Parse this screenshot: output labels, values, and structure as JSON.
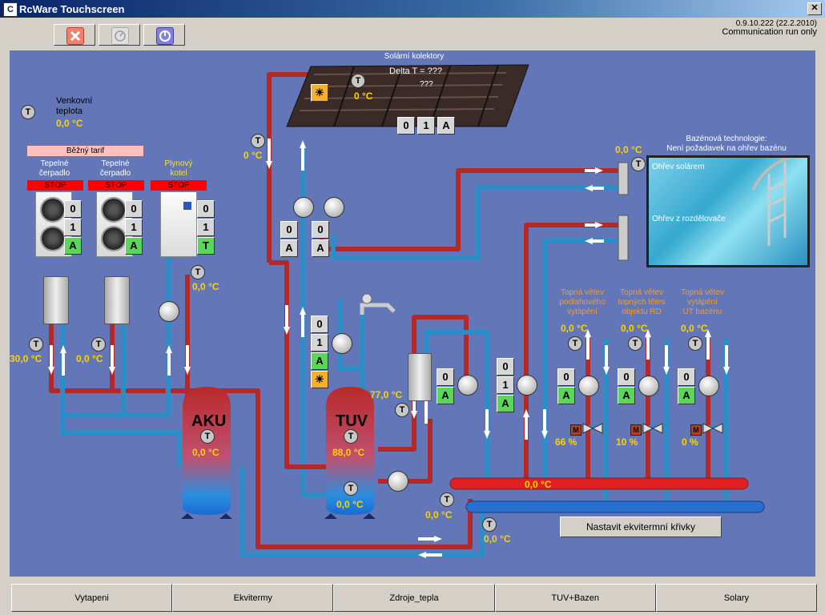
{
  "window": {
    "title": "RcWare Touchscreen",
    "close_label": "✕",
    "app_icon": "C"
  },
  "toolbar": {
    "buttons": [
      "stop-icon",
      "pause-icon",
      "power-icon"
    ]
  },
  "version": {
    "line1": "0.9.10.222 (22.2.2010)",
    "line2": "Communication run only"
  },
  "outside": {
    "label_line1": "Venkovní",
    "label_line2": "teplota",
    "temp": "0,0 °C"
  },
  "tariff": "Běžný tarif",
  "sources": [
    {
      "label_line1": "Tepelné",
      "label_line2": "čerpadlo",
      "status": "STOP",
      "sw": [
        "0",
        "1",
        "A"
      ],
      "temp": "30,0 °C"
    },
    {
      "label_line1": "Tepelné",
      "label_line2": "čerpadlo",
      "status": "STOP",
      "sw": [
        "0",
        "1",
        "A"
      ],
      "temp": "0,0 °C"
    },
    {
      "label_line1": "Plynový",
      "label_line2": "kotel",
      "status": "STOP",
      "sw": [
        "0",
        "1",
        "T"
      ],
      "temp": "0,0 °C"
    }
  ],
  "solar": {
    "title": "Solární kolektory",
    "delta": "Delta T =  ???",
    "delta2": "???",
    "temp": "0 °C",
    "sw": [
      "0",
      "1",
      "A"
    ],
    "return_temp": "0 °C"
  },
  "pool": {
    "title_line1": "Bazénová technologie:",
    "title_line2": "Není požadavek na ohřev bazénu",
    "hx1": "Ohřev solárem",
    "hx2": "Ohřev z rozdělovače",
    "temp": "0,0 °C"
  },
  "tanks": {
    "aku": {
      "name": "AKU",
      "temp": "0,0 °C"
    },
    "tuv": {
      "name": "TUV",
      "temp": "88,0 °C",
      "temp_bottom": "0,0 °C"
    }
  },
  "tuv_hx_temp": "77,0 °C",
  "solar_pumps": [
    {
      "sw": [
        "0",
        "A"
      ]
    },
    {
      "sw": [
        "0",
        "A"
      ]
    }
  ],
  "aku_pump_sw": [
    "0",
    "1",
    "A"
  ],
  "tuv_pump_sw": [
    "0",
    "A"
  ],
  "dist_pump_sw": [
    "0",
    "1",
    "A"
  ],
  "branches": [
    {
      "line1": "Topná větev",
      "line2": "podlahového",
      "line3": "vytápění",
      "temp": "0,0 °C",
      "sw": [
        "0",
        "A"
      ],
      "valve": "66 %"
    },
    {
      "line1": "Topná větev",
      "line2": "topných těles",
      "line3": "objektu RD",
      "temp": "0,0 °C",
      "sw": [
        "0",
        "A"
      ],
      "valve": "10 %"
    },
    {
      "line1": "Topná větev",
      "line2": "vytápění",
      "line3": "UT bazénu",
      "temp": "0,0 °C",
      "sw": [
        "0",
        "A"
      ],
      "valve": "0 %"
    }
  ],
  "manifold_temp": "0,0 °C",
  "return_temp_1": "0,0 °C",
  "return_temp_2": "0,0 °C",
  "valve_motor_label": "M",
  "sensor_label": "T",
  "equitherm_button": "Nastavit ekvitermní křivky",
  "tabs": [
    "Vytapeni",
    "Ekvitermy",
    "Zdroje_tepla",
    "TUV+Bazen",
    "Solary"
  ]
}
